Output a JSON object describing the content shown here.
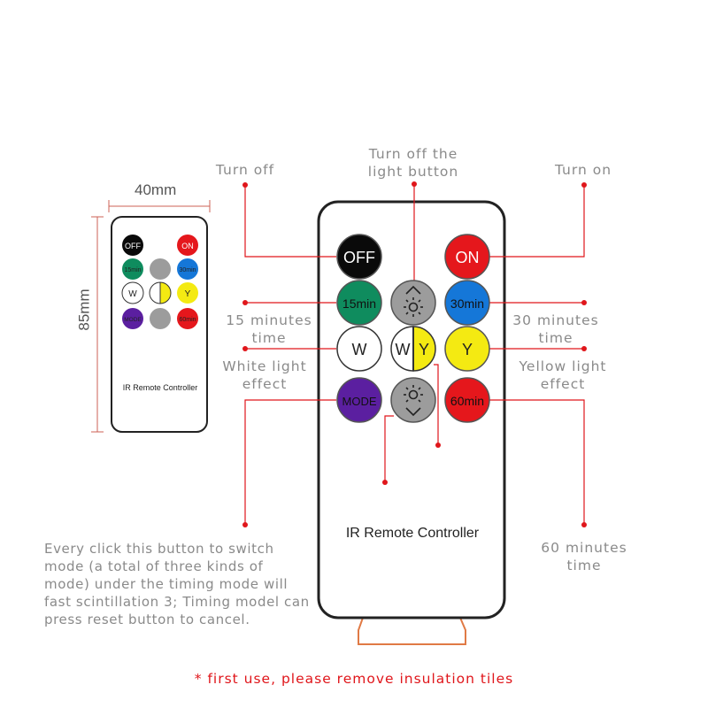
{
  "dimensions": {
    "width": "40mm",
    "height": "85mm"
  },
  "brand_text": "IR Remote Controller",
  "buttons": {
    "off": "OFF",
    "on": "ON",
    "m15": "15min",
    "m30": "30min",
    "w": "W",
    "wy_w": "W",
    "wy_y": "Y",
    "y": "Y",
    "mode": "MODE",
    "m60": "60min"
  },
  "callouts": {
    "turn_off": [
      "Turn off"
    ],
    "light_button": [
      "Turn off the",
      "light button"
    ],
    "turn_on": [
      "Turn on"
    ],
    "m15": [
      "15 minutes",
      "time"
    ],
    "m30": [
      "30 minutes",
      "time"
    ],
    "white": [
      "White light",
      "effect"
    ],
    "yellow": [
      "Yellow light",
      "effect"
    ],
    "m60": [
      "60 minutes",
      "time"
    ]
  },
  "mode_description": "Every click this button to switch mode (a total of three kinds of mode) under the timing mode will fast scintillation 3; Timing model can press reset button to cancel.",
  "footnote": "* first use, please remove insulation tiles",
  "colors": {
    "off": "#0a0a0a",
    "on": "#e5171c",
    "green": "#0f8c5e",
    "blue": "#1577d8",
    "white": "#ffffff",
    "yellow": "#f4ea12",
    "purple": "#5b1fa0",
    "gray": "#9c9c9c",
    "red_line": "#e0161b",
    "text": "#8a8a8a"
  }
}
